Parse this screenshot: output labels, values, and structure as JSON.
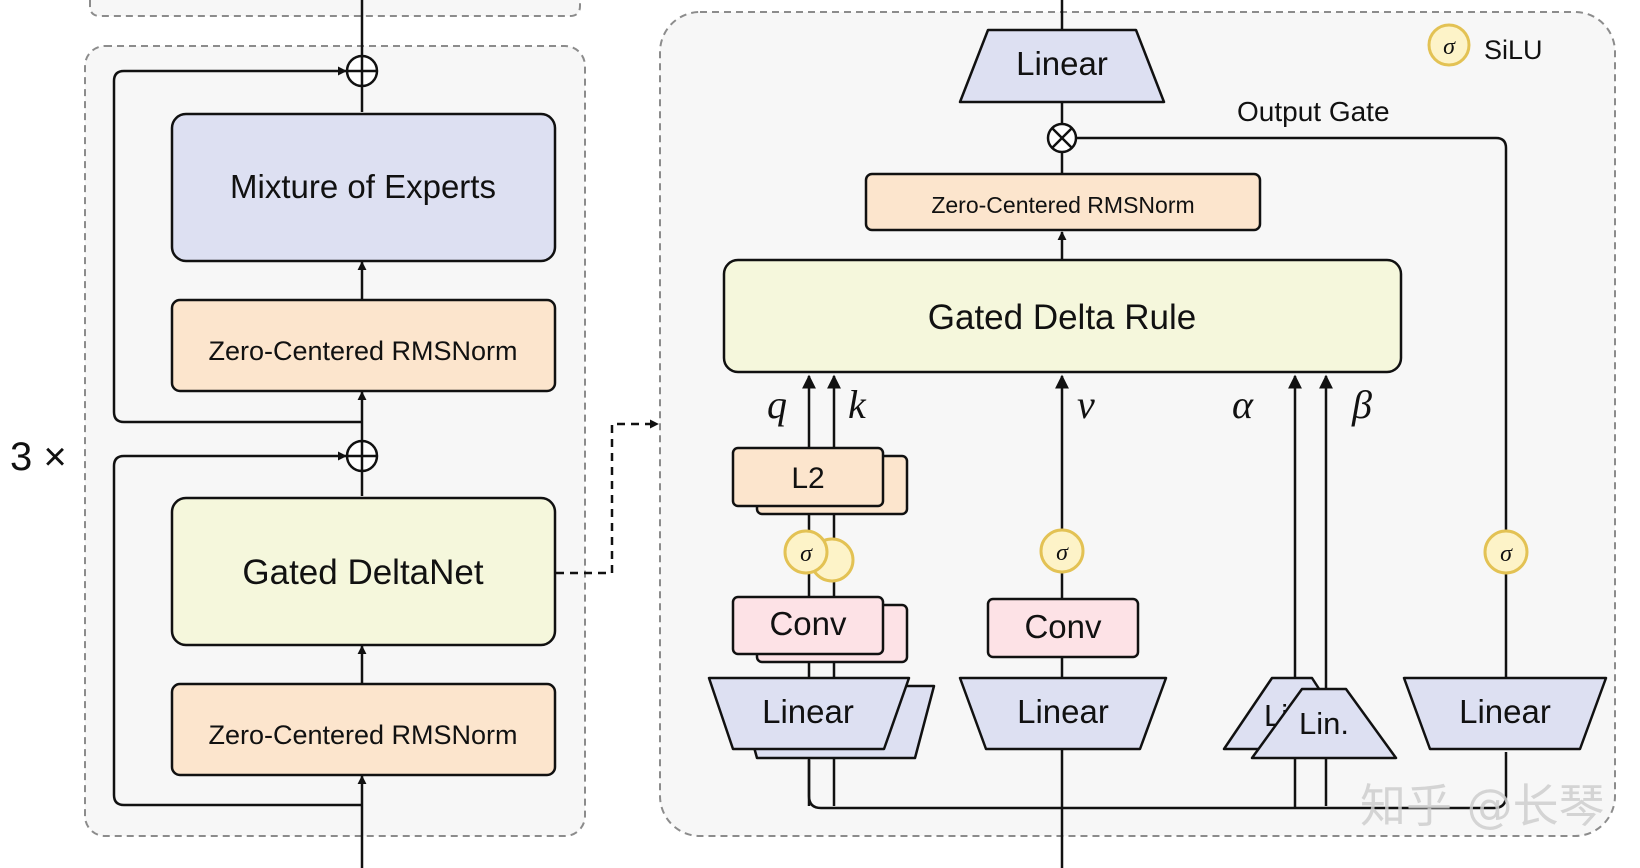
{
  "left_panel": {
    "repeat_label": "3 ×",
    "moe_label": "Mixture of Experts",
    "norm_top_label": "Zero-Centered RMSNorm",
    "deltanet_label": "Gated DeltaNet",
    "norm_bottom_label": "Zero-Centered RMSNorm"
  },
  "right_panel": {
    "legend_silu": "SiLU",
    "sigma_symbol": "σ",
    "output_linear_label": "Linear",
    "output_gate_label": "Output Gate",
    "top_norm_label": "Zero-Centered RMSNorm",
    "delta_rule_label": "Gated Delta Rule",
    "q_label": "q",
    "k_label": "k",
    "v_label": "v",
    "alpha_label": "α",
    "beta_label": "β",
    "l2_label": "L2",
    "conv_qk_label": "Conv",
    "conv_v_label": "Conv",
    "linear_qk_label": "Linear",
    "linear_v_label": "Linear",
    "lin_ab_back_label": "Li",
    "lin_ab_front_label": "Lin.",
    "linear_gate_label": "Linear"
  },
  "watermark": "知乎 @长琴",
  "colors": {
    "moe_fill": "#dde0f2",
    "norm_fill": "#fce5cd",
    "deltanet_fill": "#f5f7dc",
    "conv_fill": "#fde2e6",
    "linear_fill": "#dde0f2",
    "sigma_fill": "#fdf3c8",
    "sigma_stroke": "#e3c254",
    "panel_fill": "#f7f7f7",
    "panel_stroke": "#8c8c8c"
  }
}
